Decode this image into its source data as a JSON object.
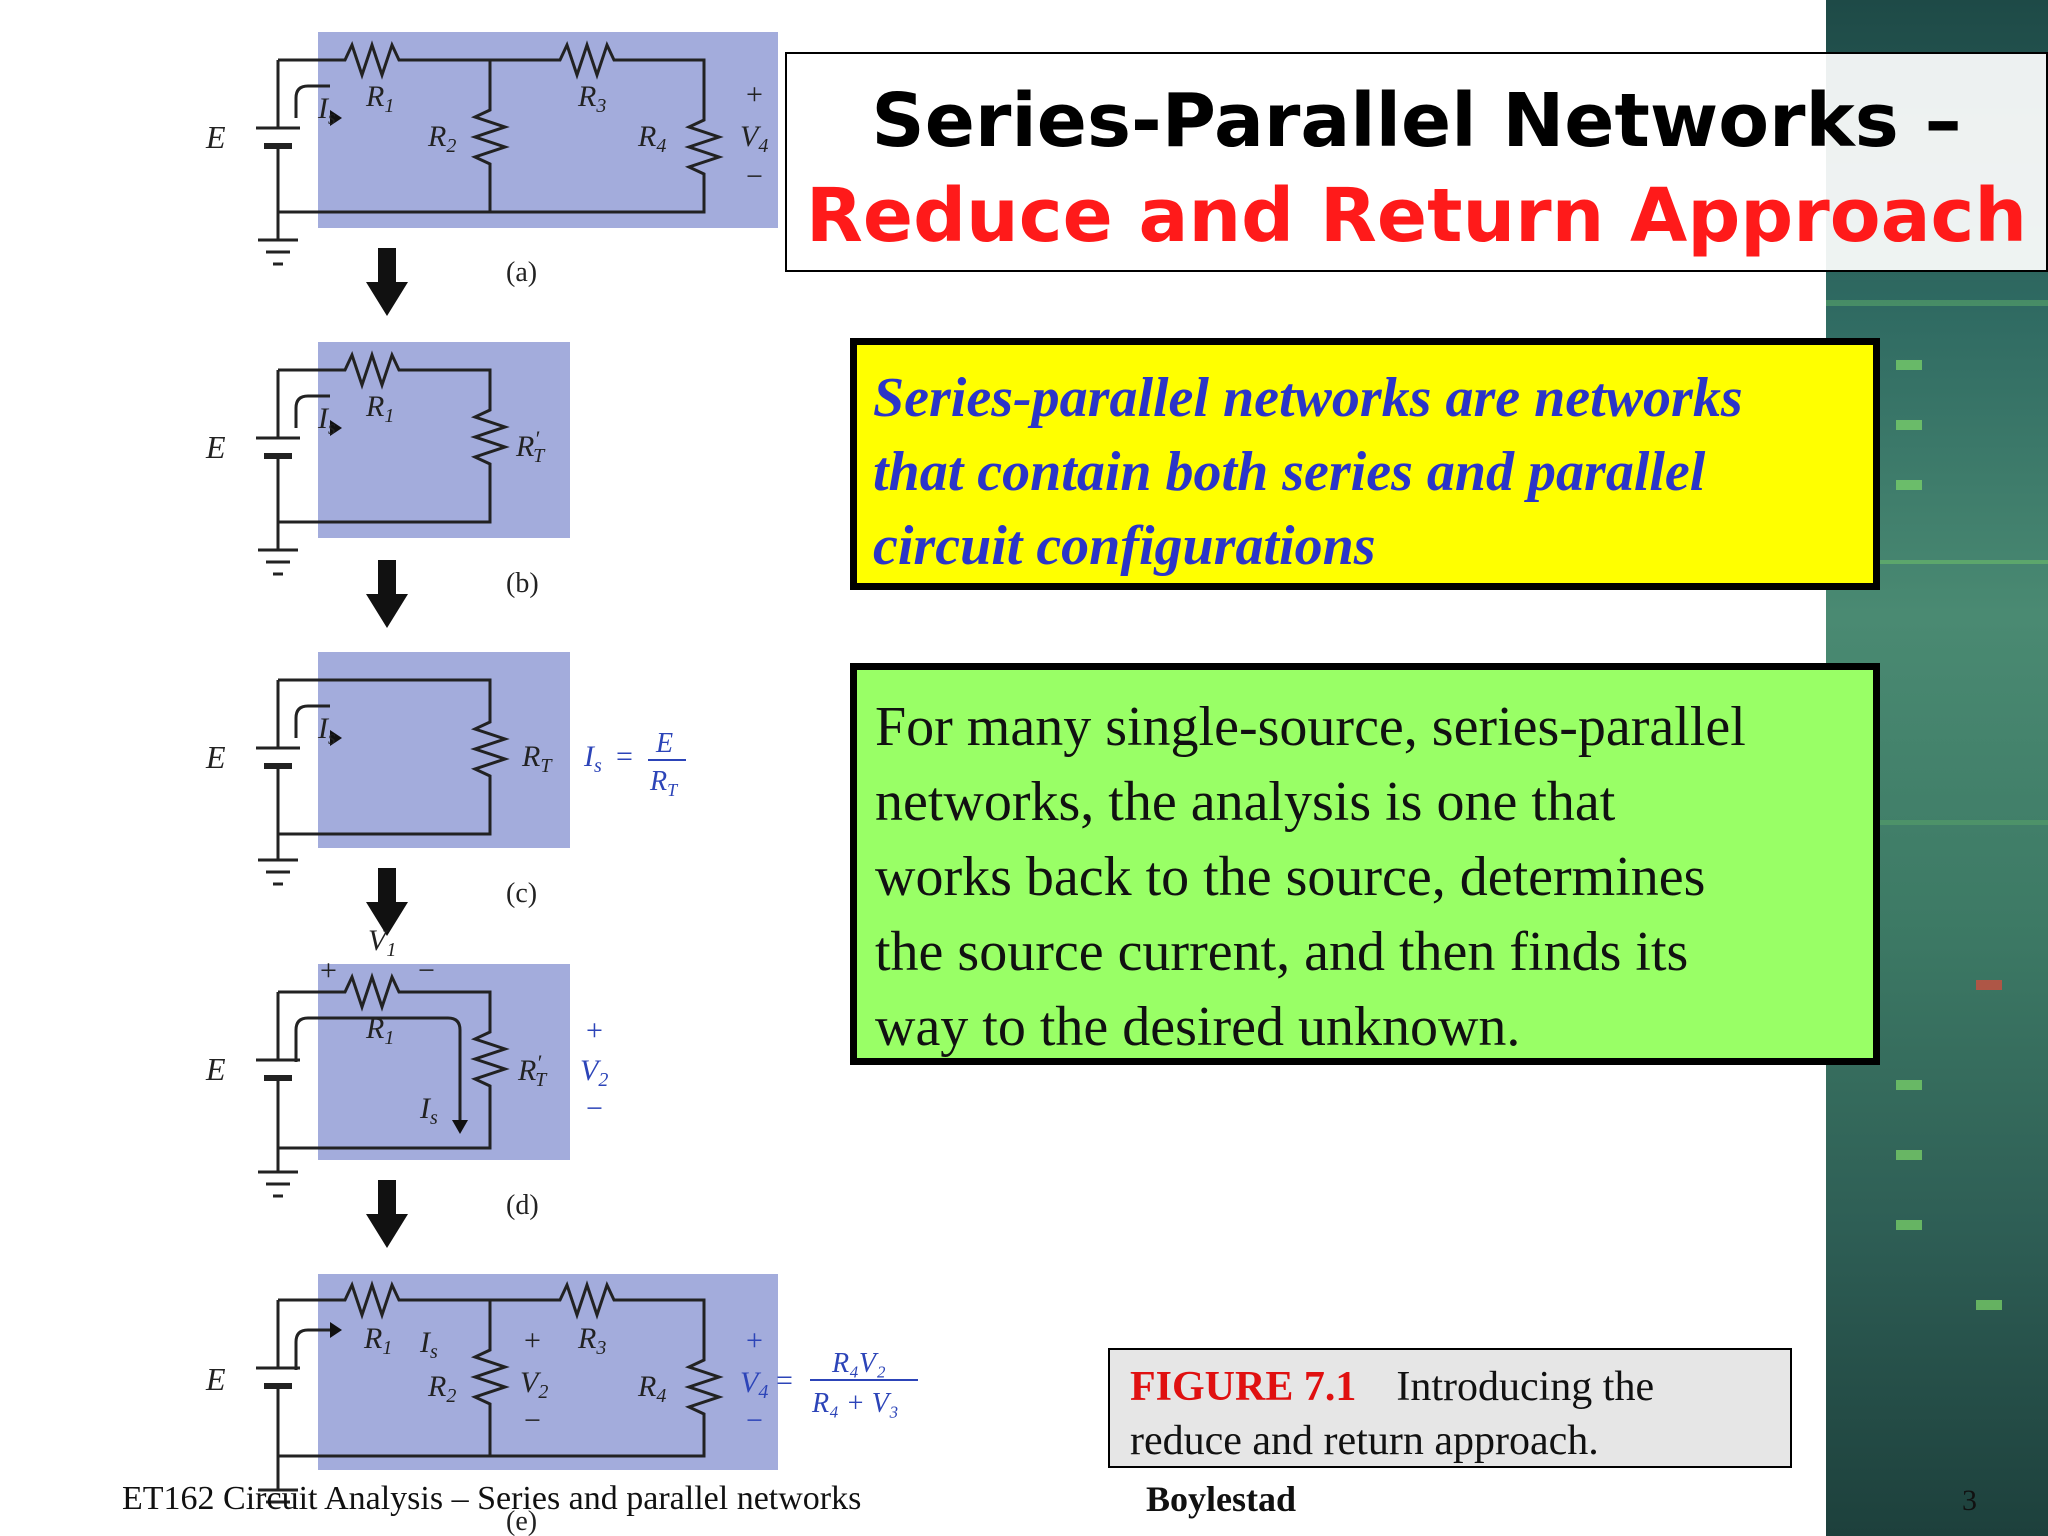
{
  "title": {
    "line1": "Series-Parallel Networks –",
    "line2": "Reduce and Return Approach"
  },
  "definition": {
    "lines": [
      "Series-parallel networks are networks",
      "that contain both series and parallel",
      "circuit configurations"
    ]
  },
  "description": {
    "lines": [
      "For many single-source, series-parallel",
      "networks, the analysis is one that",
      "works back to the source, determines",
      "the source current, and then finds its",
      "way to the desired unknown."
    ]
  },
  "figure": {
    "label": "FIGURE 7.1",
    "caption_line1": "Introducing the",
    "caption_line2": "reduce and return approach."
  },
  "footer": {
    "course": "ET162 Circuit Analysis – Series and parallel networks",
    "author": "Boylestad",
    "page": "3"
  },
  "circuits": {
    "panel_labels": [
      "(a)",
      "(b)",
      "(c)",
      "(d)",
      "(e)"
    ],
    "source_label": "E",
    "current_label": "I",
    "current_sub": "s",
    "a": {
      "r1": "R",
      "r1_sub": "1",
      "r2": "R",
      "r2_sub": "2",
      "r3": "R",
      "r3_sub": "3",
      "r4": "R",
      "r4_sub": "4",
      "v4": "V",
      "v4_sub": "4",
      "plus": "+",
      "minus": "−"
    },
    "b": {
      "r1": "R",
      "r1_sub": "1",
      "rt": "R",
      "rt_sub": "T",
      "rt_prime": "′"
    },
    "c": {
      "rt": "R",
      "rt_sub": "T",
      "formula_lhs": "I",
      "formula_lhs_sub": "s",
      "eq": "=",
      "num": "E",
      "den": "R",
      "den_sub": "T"
    },
    "d": {
      "v1": "V",
      "v1_sub": "1",
      "r1": "R",
      "r1_sub": "1",
      "rt": "R",
      "rt_sub": "T",
      "rt_prime": "′",
      "v2": "V",
      "v2_sub": "2",
      "plus": "+",
      "minus": "−"
    },
    "e": {
      "r1": "R",
      "r1_sub": "1",
      "r2": "R",
      "r2_sub": "2",
      "r3": "R",
      "r3_sub": "3",
      "r4": "R",
      "r4_sub": "4",
      "v2": "V",
      "v2_sub": "2",
      "v4": "V",
      "v4_sub": "4",
      "num": "R₄V₂",
      "den": "R₄ + V₃",
      "eq": "=",
      "plus": "+",
      "minus": "−"
    }
  },
  "colors": {
    "title_red": "#ff1a1a",
    "definition_bg": "#ffff00",
    "definition_text": "#2b35c8",
    "description_bg": "#99ff66",
    "panel_blue": "#a3acdc",
    "label_blue": "#2c44b8"
  }
}
